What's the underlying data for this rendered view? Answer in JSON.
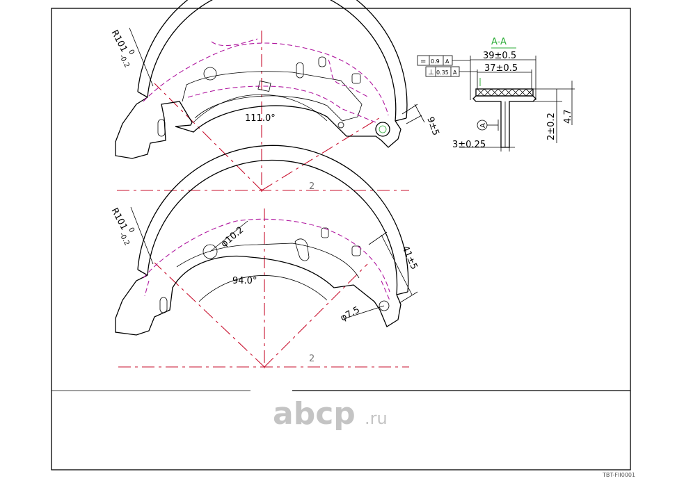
{
  "section": {
    "title": "A-A"
  },
  "shoe_top": {
    "radius": "R101",
    "radius_upper_tol": "0",
    "radius_lower_tol": "-0.2",
    "angle": "111.0°",
    "width_dim": "9±5",
    "mark": "2"
  },
  "shoe_bottom": {
    "radius": "R101",
    "radius_upper_tol": "0",
    "radius_lower_tol": "-0.2",
    "angle": "94.0°",
    "hole_dim": "φ10.2",
    "small_hole_dim": "φ7.5",
    "width_dim": "41±5",
    "mark": "2"
  },
  "section_dims": {
    "overall_width": "39±0.5",
    "lining_width": "37±0.5",
    "web_thickness": "3±0.25",
    "table_thickness": "2±0.2",
    "total_height": "4.7",
    "datum": "A"
  },
  "tolerances": [
    {
      "symbol": "=",
      "value": "0.9",
      "datum": "A"
    },
    {
      "symbol": "⊥",
      "value": "0.35",
      "datum": "A"
    }
  ],
  "watermark": {
    "brand": "abcp",
    "suffix": ".ru"
  },
  "code": "TBT-FII0001",
  "colors": {
    "centerline": "#c8102e",
    "lining_outline": "#b0179f",
    "section_label": "#2fae3a",
    "watermark": "#c4c4c4"
  }
}
